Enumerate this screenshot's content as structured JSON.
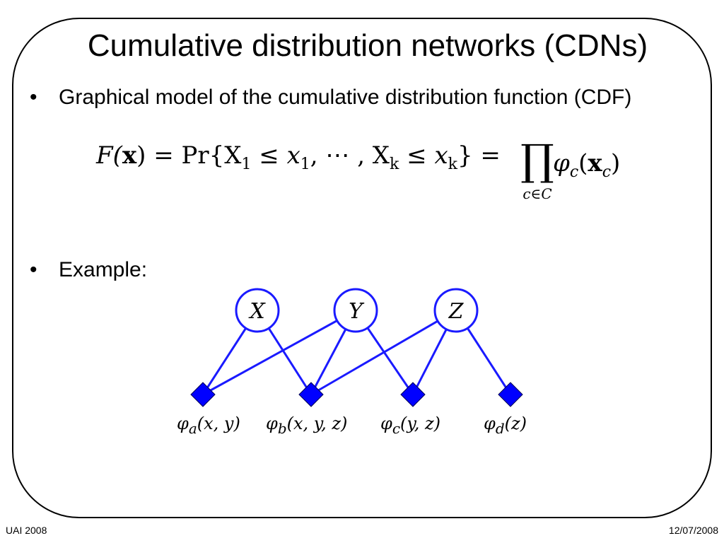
{
  "slide": {
    "title": "Cumulative distribution networks (CDNs)",
    "bullets": [
      "Graphical model of the cumulative distribution function (CDF)",
      "Example:"
    ],
    "formula": {
      "lhs": "F(",
      "lhs_bold": "x",
      "middle": ") = Pr{X",
      "sub1": "1",
      "mid2": " ≤ x",
      "sub2": "1",
      "mid3": ", ⋯ , X",
      "sub3": "k",
      "mid4": " ≤ x",
      "sub4": "k",
      "mid5": "} =",
      "prod_symbol": "∏",
      "prod_under": "c∈C",
      "rhs_phi": "φ",
      "rhs_sub": "c",
      "rhs_open": "(",
      "rhs_bold": "x",
      "rhs_sub2": "c",
      "rhs_close": ")"
    },
    "graph": {
      "variables": [
        "X",
        "Y",
        "Z"
      ],
      "factors": [
        {
          "label": "φa(x, y)",
          "phi": "φ",
          "sub": "a",
          "args": "(x, y)"
        },
        {
          "label": "φb(x, y, z)",
          "phi": "φ",
          "sub": "b",
          "args": "(x, y, z)"
        },
        {
          "label": "φc(y, z)",
          "phi": "φ",
          "sub": "c",
          "args": "(y, z)"
        },
        {
          "label": "φd(z)",
          "phi": "φ",
          "sub": "d",
          "args": "(z)"
        }
      ],
      "colors": {
        "edge": "#1a1aff",
        "node_fill": "#ffffff",
        "factor_fill": "#0000ff"
      }
    }
  },
  "footer": {
    "left": "UAI 2008",
    "right": "12/07/2008"
  }
}
